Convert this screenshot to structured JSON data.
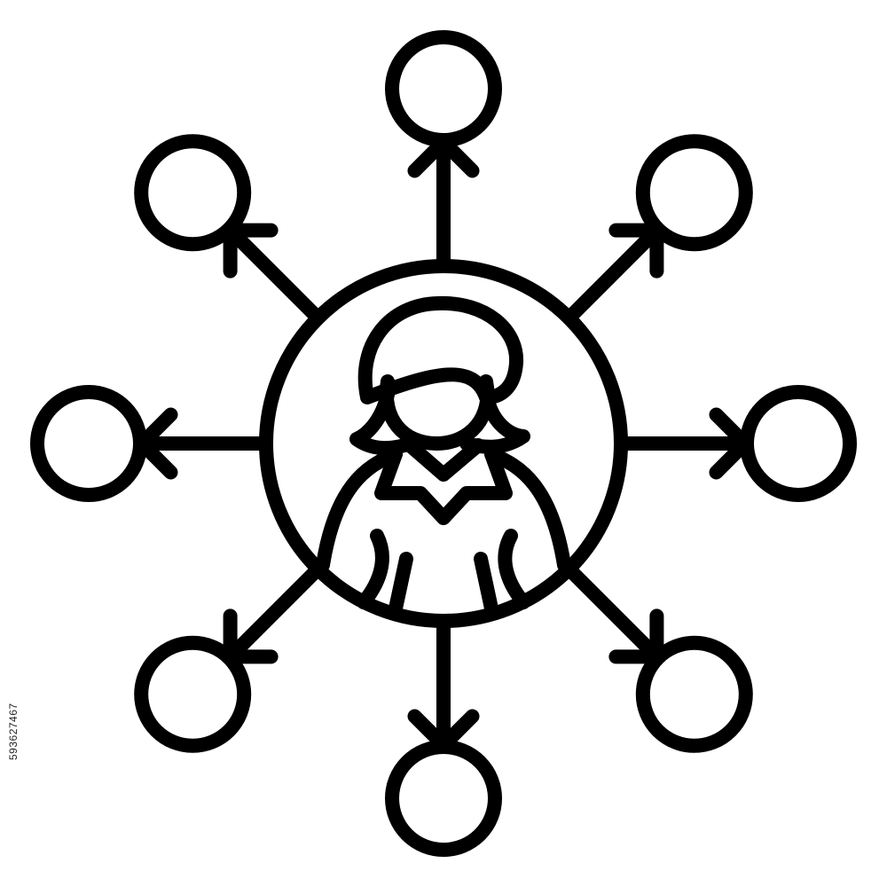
{
  "icon": {
    "name": "woman-network-distribution-icon",
    "stroke_color": "#000000",
    "background_color": "#ffffff",
    "center": "woman-avatar",
    "satellite_count": 8
  },
  "image_id_text": "593627467"
}
